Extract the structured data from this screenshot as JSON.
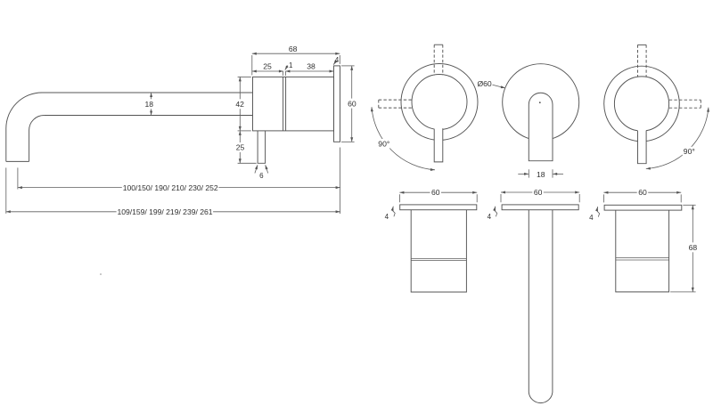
{
  "drawing": {
    "type": "technical-dimension-drawing",
    "subject": "wall-mounted basin tap (spout and two handle valves)",
    "background_color": "#ffffff",
    "line_color": "#4d4d4d",
    "text_color": "#2f2f2f",
    "side_view": {
      "labels": {
        "spout_tube_diameter": "18",
        "overall_depth": "68",
        "body_front_width": "25",
        "ring_gap": "1",
        "body_back_width": "38",
        "wall_plate_thickness": "4",
        "body_height": "42",
        "wall_plate_height": "60",
        "stem_length": "25",
        "stem_width": "6",
        "reach_to_outlet_center": "100/150/ 190/ 210/ 230/ 252",
        "reach_overall": "109/159/ 199/ 219/ 239/ 261"
      }
    },
    "front_views": {
      "handle_left": {
        "rotation_range": "90°"
      },
      "spout": {
        "flange_diameter": "Ø60",
        "outlet_width": "18"
      },
      "handle_right": {
        "rotation_range": "90°"
      }
    },
    "bottom_views": {
      "handle_left": {
        "flange_width": "60",
        "flange_thickness": "4"
      },
      "spout": {
        "flange_width": "60",
        "flange_thickness": "4"
      },
      "handle_right": {
        "flange_width": "60",
        "flange_thickness": "4",
        "body_depth": "68"
      }
    }
  }
}
